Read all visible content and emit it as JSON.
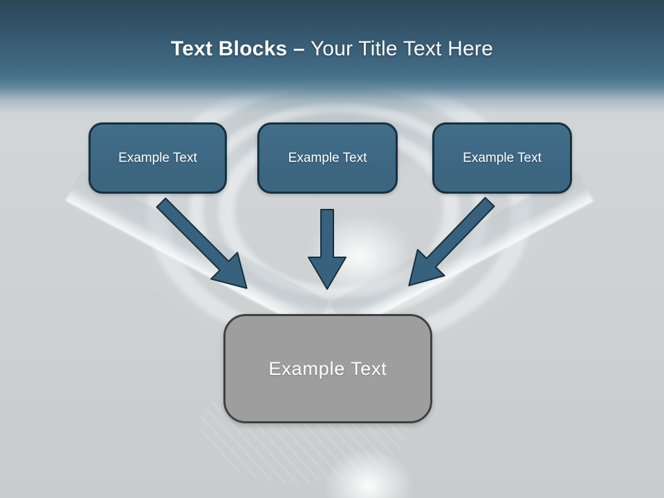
{
  "slide": {
    "title": {
      "bold": "Text Blocks –",
      "regular": "Your Title Text Here"
    },
    "blocks": [
      {
        "label": "Example Text"
      },
      {
        "label": "Example Text"
      },
      {
        "label": "Example Text"
      }
    ],
    "result_block": {
      "label": "Example Text"
    },
    "connectors": [
      {
        "icon": "arrow-down-right-icon"
      },
      {
        "icon": "arrow-down-icon"
      },
      {
        "icon": "arrow-down-left-icon"
      }
    ],
    "colors": {
      "header_top": "#2a4754",
      "header_bottom": "#47728c",
      "title_color": "#ffffff",
      "block_fill": "#3c6580",
      "block_border": "#16303f",
      "block_text": "#ffffff",
      "arrow_fill": "#37617c",
      "arrow_border": "#16303f",
      "result_fill": "#9e9e9e",
      "result_border": "#3f4040",
      "canvas_background": "#cfd3d4"
    }
  }
}
